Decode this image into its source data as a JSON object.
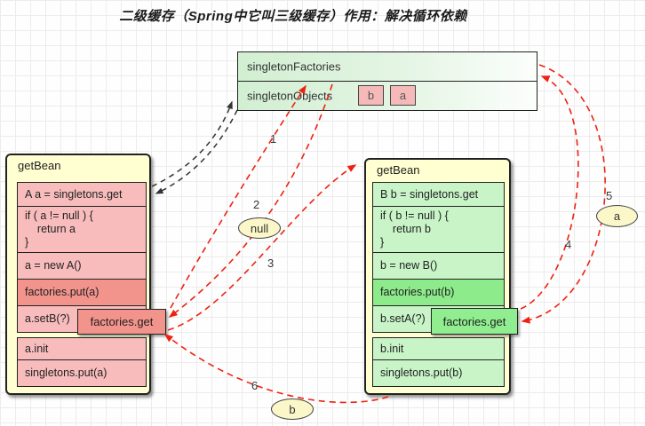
{
  "title": "二级缓存（Spring中它叫三级缓存）作用：解决循环依赖",
  "cache_box": {
    "row1_label": "singletonFactories",
    "row2_label": "singletonObjects",
    "chips": [
      "b",
      "a"
    ]
  },
  "left_box": {
    "title": "getBean",
    "cells": [
      "A a = singletons.get",
      "if ( a != null ) {\n    return a\n}",
      "a = new A()",
      "factories.put(a)",
      "a.setB(?)",
      "a.init",
      "singletons.put(a)"
    ],
    "overlay": "factories.get"
  },
  "right_box": {
    "title": "getBean",
    "cells": [
      "B b = singletons.get",
      "if ( b != null ) {\n    return b\n}",
      "b = new B()",
      "factories.put(b)",
      "b.setA(?)",
      "b.init",
      "singletons.put(b)"
    ],
    "overlay": "factories.get"
  },
  "bubbles": {
    "null_label": "null",
    "a_label": "a",
    "b_label": "b"
  },
  "steps": [
    "1",
    "2",
    "3",
    "4",
    "5",
    "6"
  ],
  "colors": {
    "red_arrow": "#ee2211",
    "black_arrow": "#333333",
    "pink_light": "#f8bcbc",
    "pink_dark": "#f2938c",
    "green_light": "#c8f4c8",
    "green_dark": "#8deb8b",
    "overlay_green": "#90ee90",
    "box_yellow": "#ffffd2",
    "bubble_yellow": "#fbf7c8",
    "cache_green": "#d2efd2"
  }
}
